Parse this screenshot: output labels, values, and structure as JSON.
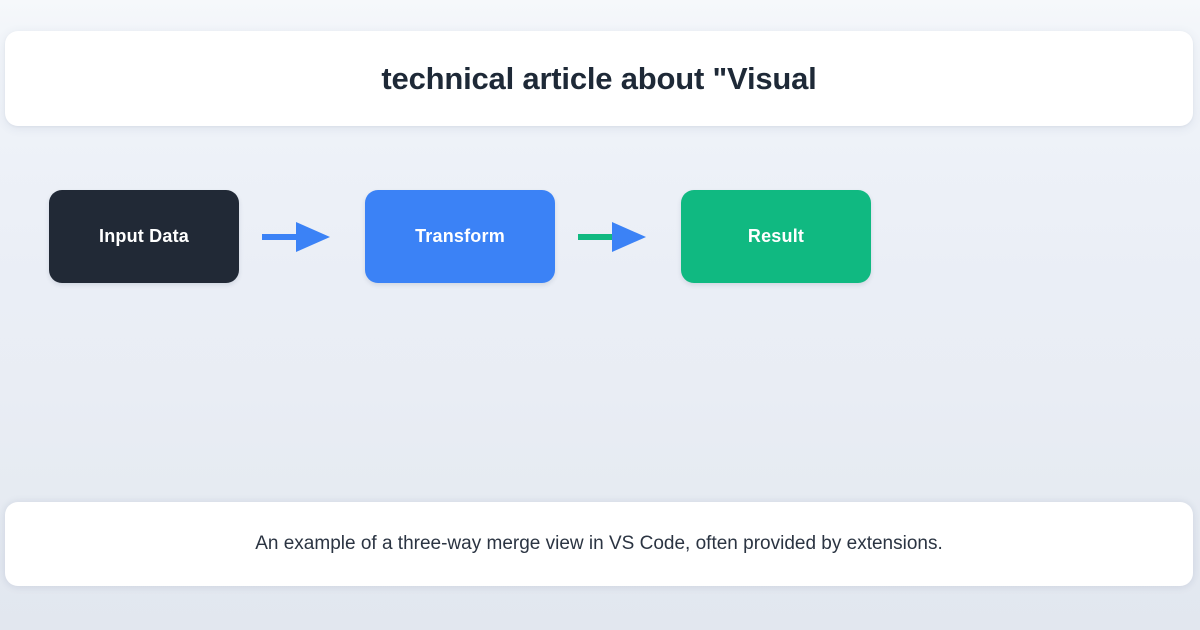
{
  "header": {
    "title": "technical article about \"Visual"
  },
  "diagram": {
    "type": "flow",
    "nodes": [
      {
        "id": "input",
        "label": "Input Data",
        "color": "#212936",
        "text_color": "#ffffff"
      },
      {
        "id": "transform",
        "label": "Transform",
        "color": "#3b82f6",
        "text_color": "#ffffff"
      },
      {
        "id": "result",
        "label": "Result",
        "color": "#10b981",
        "text_color": "#ffffff"
      }
    ],
    "connectors": [
      {
        "id": "input-to-transform",
        "from": "input",
        "to": "transform",
        "line_color": "#3b82f6",
        "head_color": "#3b82f6"
      },
      {
        "id": "transform-to-result",
        "from": "transform",
        "to": "result",
        "line_color": "#10b981",
        "head_color": "#3b82f6"
      }
    ]
  },
  "caption": {
    "text": "An example of a three-way merge view in VS Code, often provided by extensions."
  },
  "colors": {
    "background_top": "#f6f8fb",
    "background_bottom": "#e2e7ef",
    "card_background": "#ffffff",
    "title_text": "#1e2937",
    "caption_text": "#2b3442",
    "node_dark": "#212936",
    "node_blue": "#3b82f6",
    "node_green": "#10b981"
  }
}
